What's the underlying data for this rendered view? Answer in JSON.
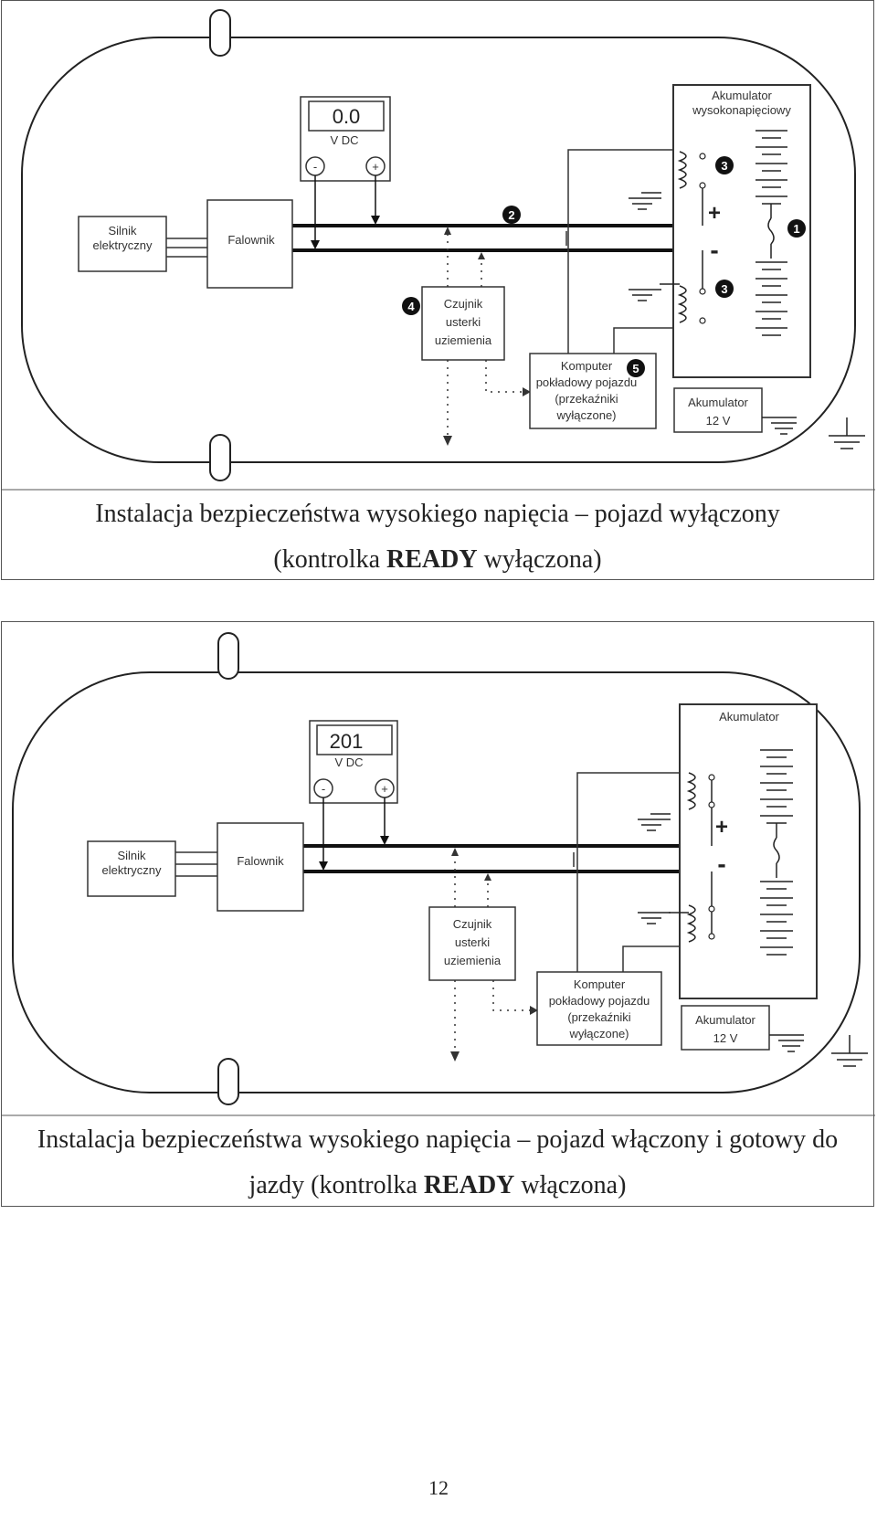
{
  "diagram1": {
    "meter_value": "0.0",
    "meter_unit": "V DC",
    "meter_minus": "-",
    "meter_plus": "+",
    "motor_line1": "Silnik",
    "motor_line2": "elektryczny",
    "inverter": "Falownik",
    "sensor_line1": "Czujnik",
    "sensor_line2": "usterki",
    "sensor_line3": "uziemienia",
    "computer_line1": "Komputer",
    "computer_line2": "pokładowy pojazdu",
    "computer_line3": "(przekaźniki",
    "computer_line4": "wyłączone)",
    "hv_battery_line1": "Akumulator",
    "hv_battery_line2": "wysokonapięciowy",
    "battery12_line1": "Akumulator",
    "battery12_line2": "12 V",
    "plus_sign": "+",
    "minus_sign": "-",
    "markers": {
      "m1": "1",
      "m2": "2",
      "m3a": "3",
      "m3b": "3",
      "m4": "4",
      "m5": "5"
    },
    "caption_line1": "Instalacja bezpieczeństwa wysokiego napięcia – pojazd wyłączony",
    "caption_line2_pre": "(kontrolka ",
    "caption_line2_bold": "READY",
    "caption_line2_post": " wyłączona)"
  },
  "diagram2": {
    "meter_value": "201",
    "meter_unit": "V DC",
    "meter_minus": "-",
    "meter_plus": "+",
    "motor_line1": "Silnik",
    "motor_line2": "elektryczny",
    "inverter": "Falownik",
    "sensor_line1": "Czujnik",
    "sensor_line2": "usterki",
    "sensor_line3": "uziemienia",
    "computer_line1": "Komputer",
    "computer_line2": "pokładowy pojazdu",
    "computer_line3": "(przekaźniki",
    "computer_line4": "wyłączone)",
    "hv_battery_line1": "Akumulator",
    "battery12_line1": "Akumulator",
    "battery12_line2": "12 V",
    "plus_sign": "+",
    "minus_sign": "-",
    "caption_line1": "Instalacja bezpieczeństwa wysokiego napięcia – pojazd włączony i gotowy do",
    "caption_line2_pre": "jazdy (kontrolka ",
    "caption_line2_bold": "READY",
    "caption_line2_post": " włączona)"
  },
  "page_number": "12"
}
